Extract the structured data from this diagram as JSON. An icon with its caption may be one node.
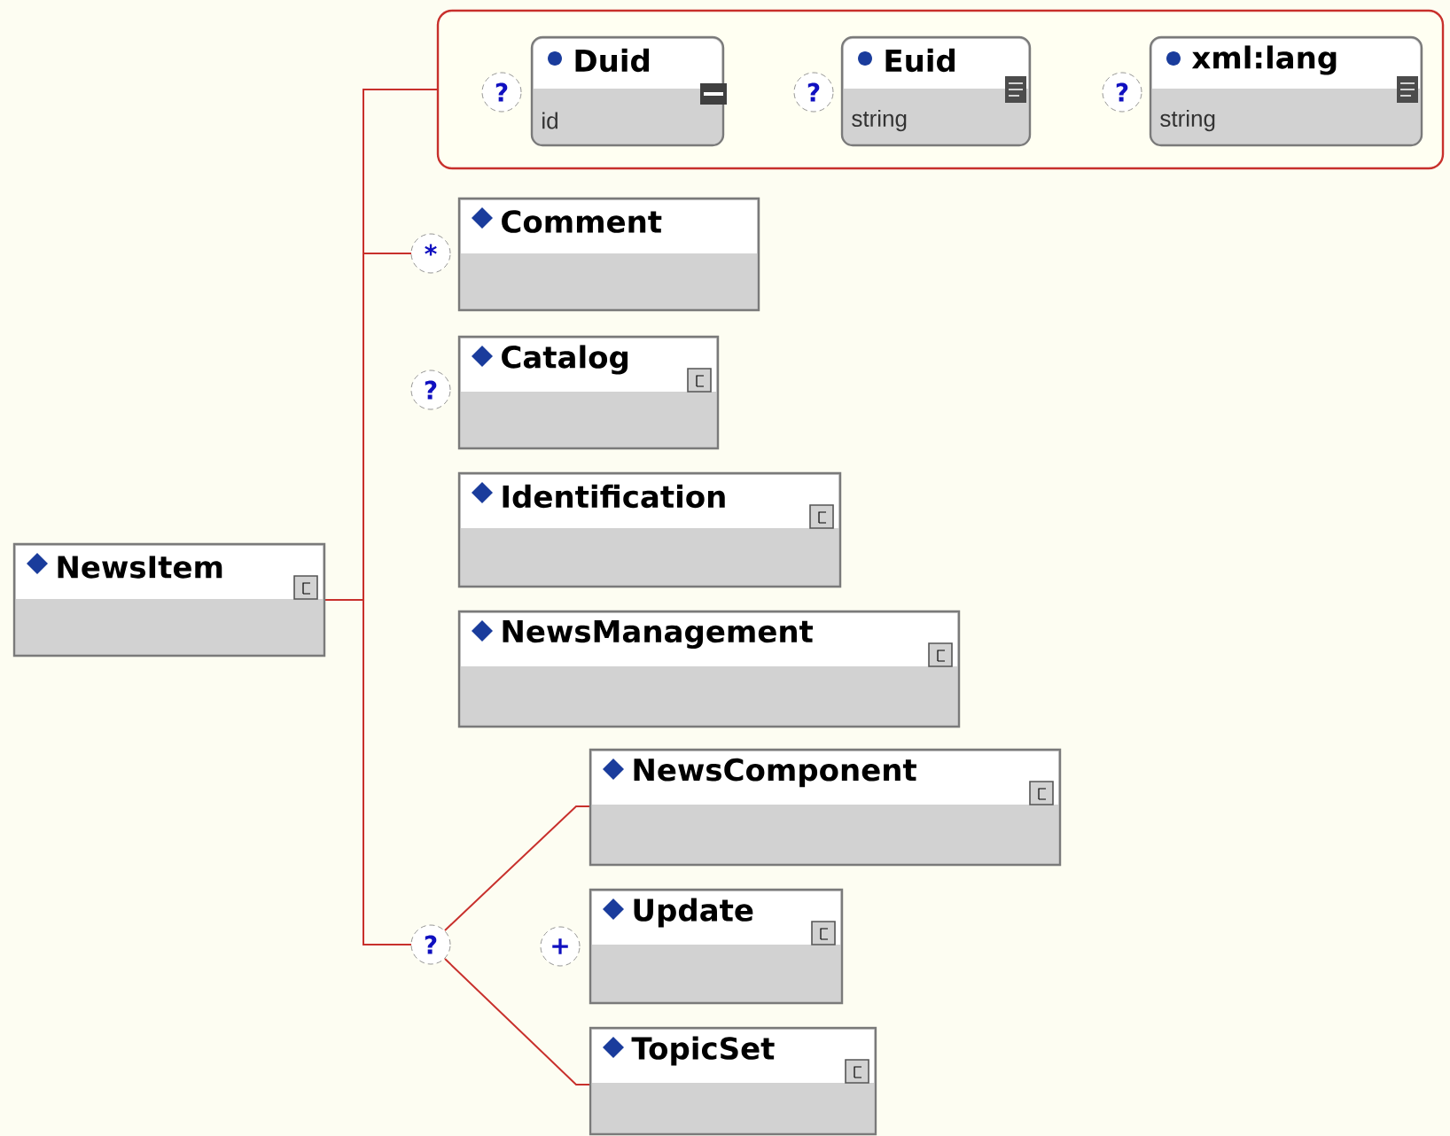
{
  "diagram": {
    "nodes": [
      {
        "text": [
          "NewsItem"
        ]
      },
      {
        "text": [],
        "shape": "box"
      },
      {
        "text": [
          "?"
        ],
        "in": 1
      },
      {
        "text": [
          "Duid",
          "id"
        ],
        "in": 1
      },
      {
        "text": [
          "?"
        ],
        "in": 1
      },
      {
        "text": [
          "Euid",
          "string"
        ],
        "in": 1
      },
      {
        "text": [
          "?"
        ],
        "in": 1
      },
      {
        "text": [
          "xml:lang",
          "string"
        ],
        "in": 1
      },
      {
        "text": [
          "*"
        ]
      },
      {
        "text": [
          "Comment"
        ]
      },
      {
        "text": [
          "?"
        ]
      },
      {
        "text": [
          "Catalog"
        ]
      },
      {
        "text": [
          "Identification"
        ]
      },
      {
        "text": [
          "NewsManagement"
        ]
      },
      {
        "text": [
          "?"
        ]
      },
      {
        "text": [
          "NewsComponent"
        ]
      },
      {
        "text": [
          "+"
        ]
      },
      {
        "text": [
          "Update"
        ]
      },
      {
        "text": [
          "TopicSet"
        ]
      }
    ],
    "edges": [
      {
        "from": 0,
        "to": 1,
        "arrow": "none"
      },
      {
        "from": 0,
        "to": 8,
        "arrow": "none"
      },
      {
        "from": 0,
        "to": 14,
        "arrow": "none"
      },
      {
        "from": 14,
        "to": 15,
        "arrow": "none"
      },
      {
        "from": 14,
        "to": 18,
        "arrow": "none"
      }
    ]
  }
}
